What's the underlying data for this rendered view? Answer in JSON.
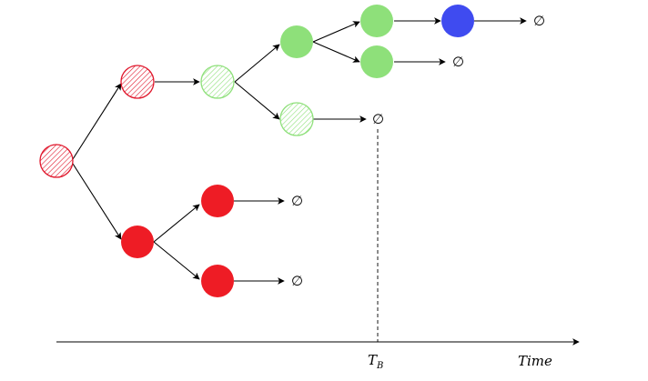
{
  "colors": {
    "red": "#ee1c25",
    "red_hatch": "#e0162b",
    "green": "#8ee07a",
    "green_hatch": "#8ee07a",
    "blue": "#3f4bf0",
    "stroke": "#000000"
  },
  "empty_symbol": "∅",
  "axis": {
    "tb_main": "T",
    "tb_sub": "B",
    "time_label": "Time"
  },
  "nodes": [
    {
      "id": "root",
      "color": "red",
      "style": "hatched"
    },
    {
      "id": "upper-1",
      "color": "red",
      "style": "hatched"
    },
    {
      "id": "upper-2",
      "color": "green",
      "style": "hatched"
    },
    {
      "id": "upper-3a",
      "color": "green",
      "style": "solid"
    },
    {
      "id": "upper-3b",
      "color": "green",
      "style": "hatched"
    },
    {
      "id": "upper-4a",
      "color": "green",
      "style": "solid"
    },
    {
      "id": "upper-4b",
      "color": "green",
      "style": "solid"
    },
    {
      "id": "upper-5",
      "color": "blue",
      "style": "solid"
    },
    {
      "id": "lower-1",
      "color": "red",
      "style": "solid"
    },
    {
      "id": "lower-2a",
      "color": "red",
      "style": "solid"
    },
    {
      "id": "lower-2b",
      "color": "red",
      "style": "solid"
    }
  ]
}
